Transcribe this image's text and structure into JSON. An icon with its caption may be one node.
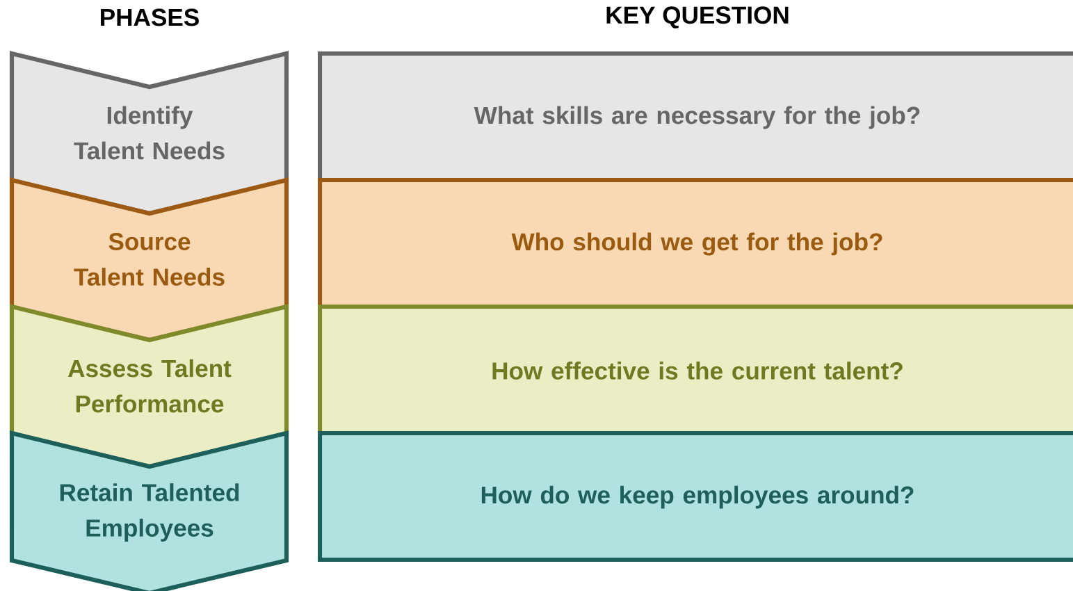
{
  "diagram": {
    "nodes": [
      {
        "text": [
          "Identify Talent Needs"
        ]
      },
      {
        "text": [
          "Source Talent Needs"
        ]
      },
      {
        "text": [
          "Assess Talent Performance"
        ]
      },
      {
        "text": [
          "Retain Talented Employees"
        ]
      },
      {
        "text": [
          "What skills are necessary for the job?"
        ]
      },
      {
        "text": [
          "Who should we get for the job?"
        ]
      },
      {
        "text": [
          "How effective is the current talent?"
        ]
      },
      {
        "text": [
          "How do we keep employees around?"
        ]
      }
    ],
    "labels": [
      "PHASES",
      "KEY QUESTION"
    ]
  }
}
